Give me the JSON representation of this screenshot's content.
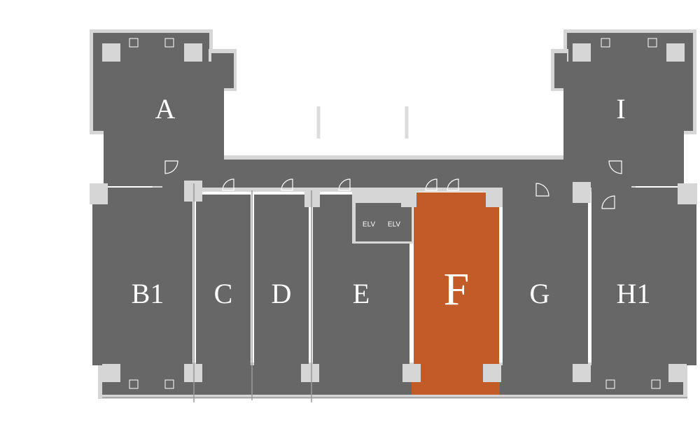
{
  "floorplan": {
    "highlight_color": "#c25b27",
    "unit_color": "#666766",
    "wall_color": "#d6d6d6",
    "selected_unit": "F",
    "units": [
      {
        "id": "A",
        "label": "A"
      },
      {
        "id": "I",
        "label": "I"
      },
      {
        "id": "B1",
        "label": "B1"
      },
      {
        "id": "C",
        "label": "C"
      },
      {
        "id": "D",
        "label": "D"
      },
      {
        "id": "E",
        "label": "E"
      },
      {
        "id": "F",
        "label": "F"
      },
      {
        "id": "G",
        "label": "G"
      },
      {
        "id": "H1",
        "label": "H1"
      }
    ],
    "elevators": [
      {
        "label": "ELV"
      },
      {
        "label": "ELV"
      }
    ]
  }
}
